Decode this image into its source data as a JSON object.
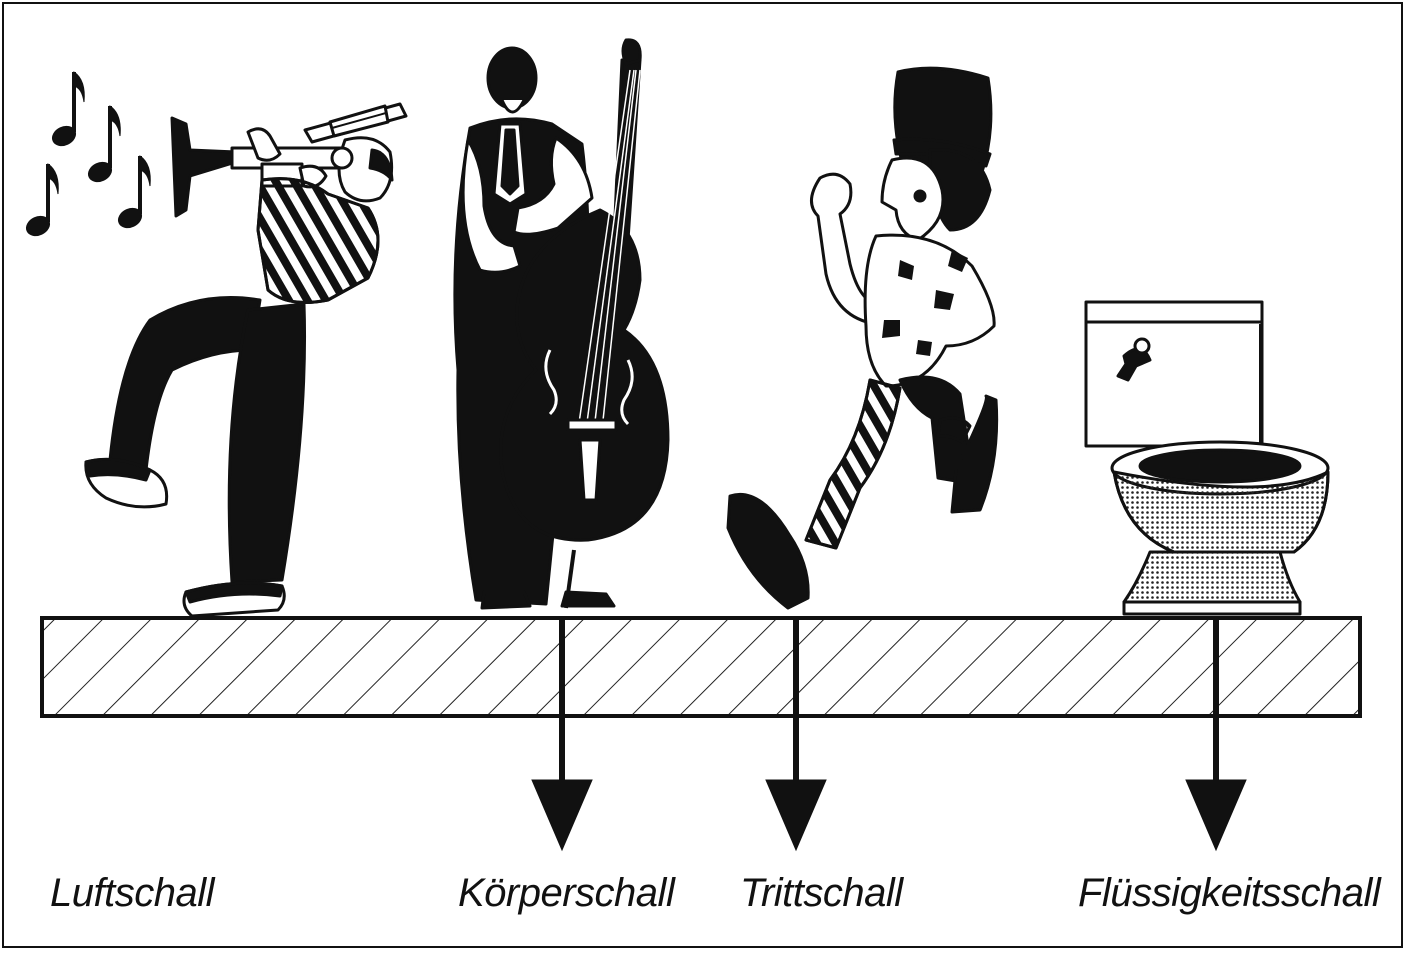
{
  "labels": {
    "airborne": "Luftschall",
    "structure": "Körperschall",
    "impact": "Trittschall",
    "liquid": "Flüssigkeitsschall"
  },
  "icons": {
    "notes": "music-notes-icon",
    "trumpeter": "trumpet-player-icon",
    "bassist": "double-bass-player-icon",
    "walker": "walking-clown-icon",
    "toilet": "toilet-icon",
    "arrow": "arrow-down-icon"
  },
  "colors": {
    "ink": "#111111",
    "paper": "#ffffff"
  }
}
